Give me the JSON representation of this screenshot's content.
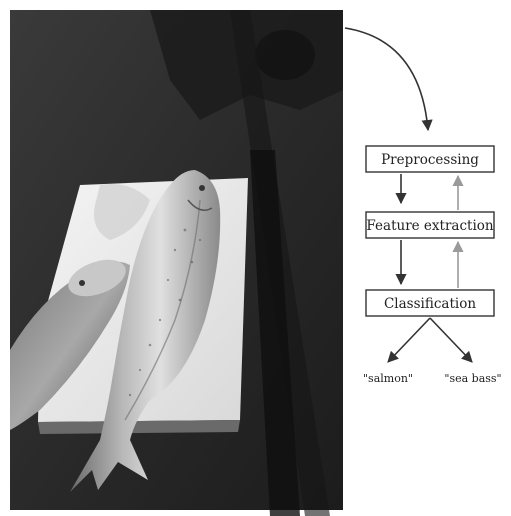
{
  "photo": {
    "subject": "two fish on a white cutting board over a conveyor belt",
    "style": "grayscale photograph"
  },
  "pipeline": {
    "stages": [
      "Preprocessing",
      "Feature extraction",
      "Classification"
    ],
    "outputs": [
      "\"salmon\"",
      "\"sea bass\""
    ],
    "colors": {
      "box_stroke": "#333333",
      "forward_arrow": "#333333",
      "feedback_arrow": "#9a9a9a"
    }
  }
}
